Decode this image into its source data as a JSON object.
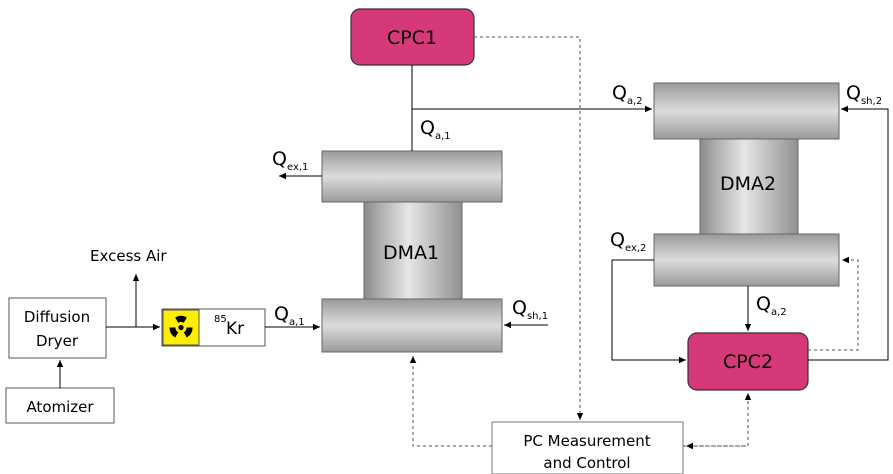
{
  "colors": {
    "cpc_fill": "#d6397a",
    "cpc_stroke": "#333333",
    "dma_mid": "#cfcfcf",
    "kr_icon_bg": "#ffee00"
  },
  "blocks": {
    "cpc1": "CPC1",
    "cpc2": "CPC2",
    "dma1": "DMA1",
    "dma2": "DMA2",
    "diffusion_dryer_line1": "Diffusion",
    "diffusion_dryer_line2": "Dryer",
    "atomizer": "Atomizer",
    "excess_air": "Excess Air",
    "kr_mass": "85",
    "kr_symbol": "Kr",
    "pc_line1": "PC Measurement",
    "pc_line2": "and Control"
  },
  "flows": {
    "Q": "Q",
    "a1": "a,1",
    "ex1": "ex,1",
    "sh1": "sh,1",
    "a2": "a,2",
    "ex2": "ex,2",
    "sh2": "sh,2"
  },
  "icons": [
    "radiation-icon"
  ]
}
